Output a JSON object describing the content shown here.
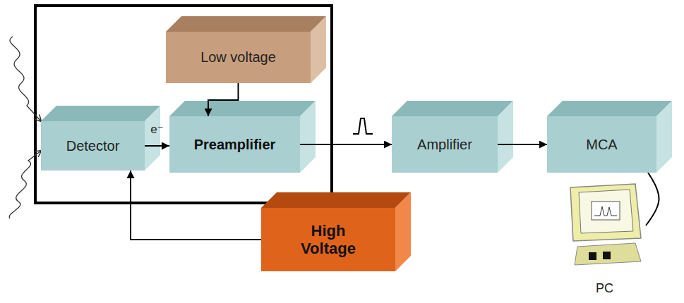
{
  "diagram": {
    "nodes": [
      {
        "text": [
          "Low voltage"
        ]
      },
      {
        "text": [
          "Detector"
        ]
      },
      {
        "text": [
          "Preamplifier"
        ]
      },
      {
        "text": [
          "High Voltage"
        ]
      },
      {
        "text": [
          "Amplifier"
        ]
      },
      {
        "text": [
          "MCA"
        ]
      },
      {
        "text": [
          "PC"
        ]
      }
    ],
    "edges": [
      {
        "from": 0,
        "to": 2,
        "arrow": "to"
      },
      {
        "from": 1,
        "to": 2,
        "label": "e⁻",
        "arrow": "to"
      },
      {
        "from": 3,
        "to": 1,
        "arrow": "to"
      },
      {
        "from": 2,
        "to": 4,
        "arrow": "to"
      },
      {
        "from": 4,
        "to": 5,
        "arrow": "to"
      },
      {
        "from": 5,
        "to": 6,
        "arrow": "none"
      }
    ]
  }
}
